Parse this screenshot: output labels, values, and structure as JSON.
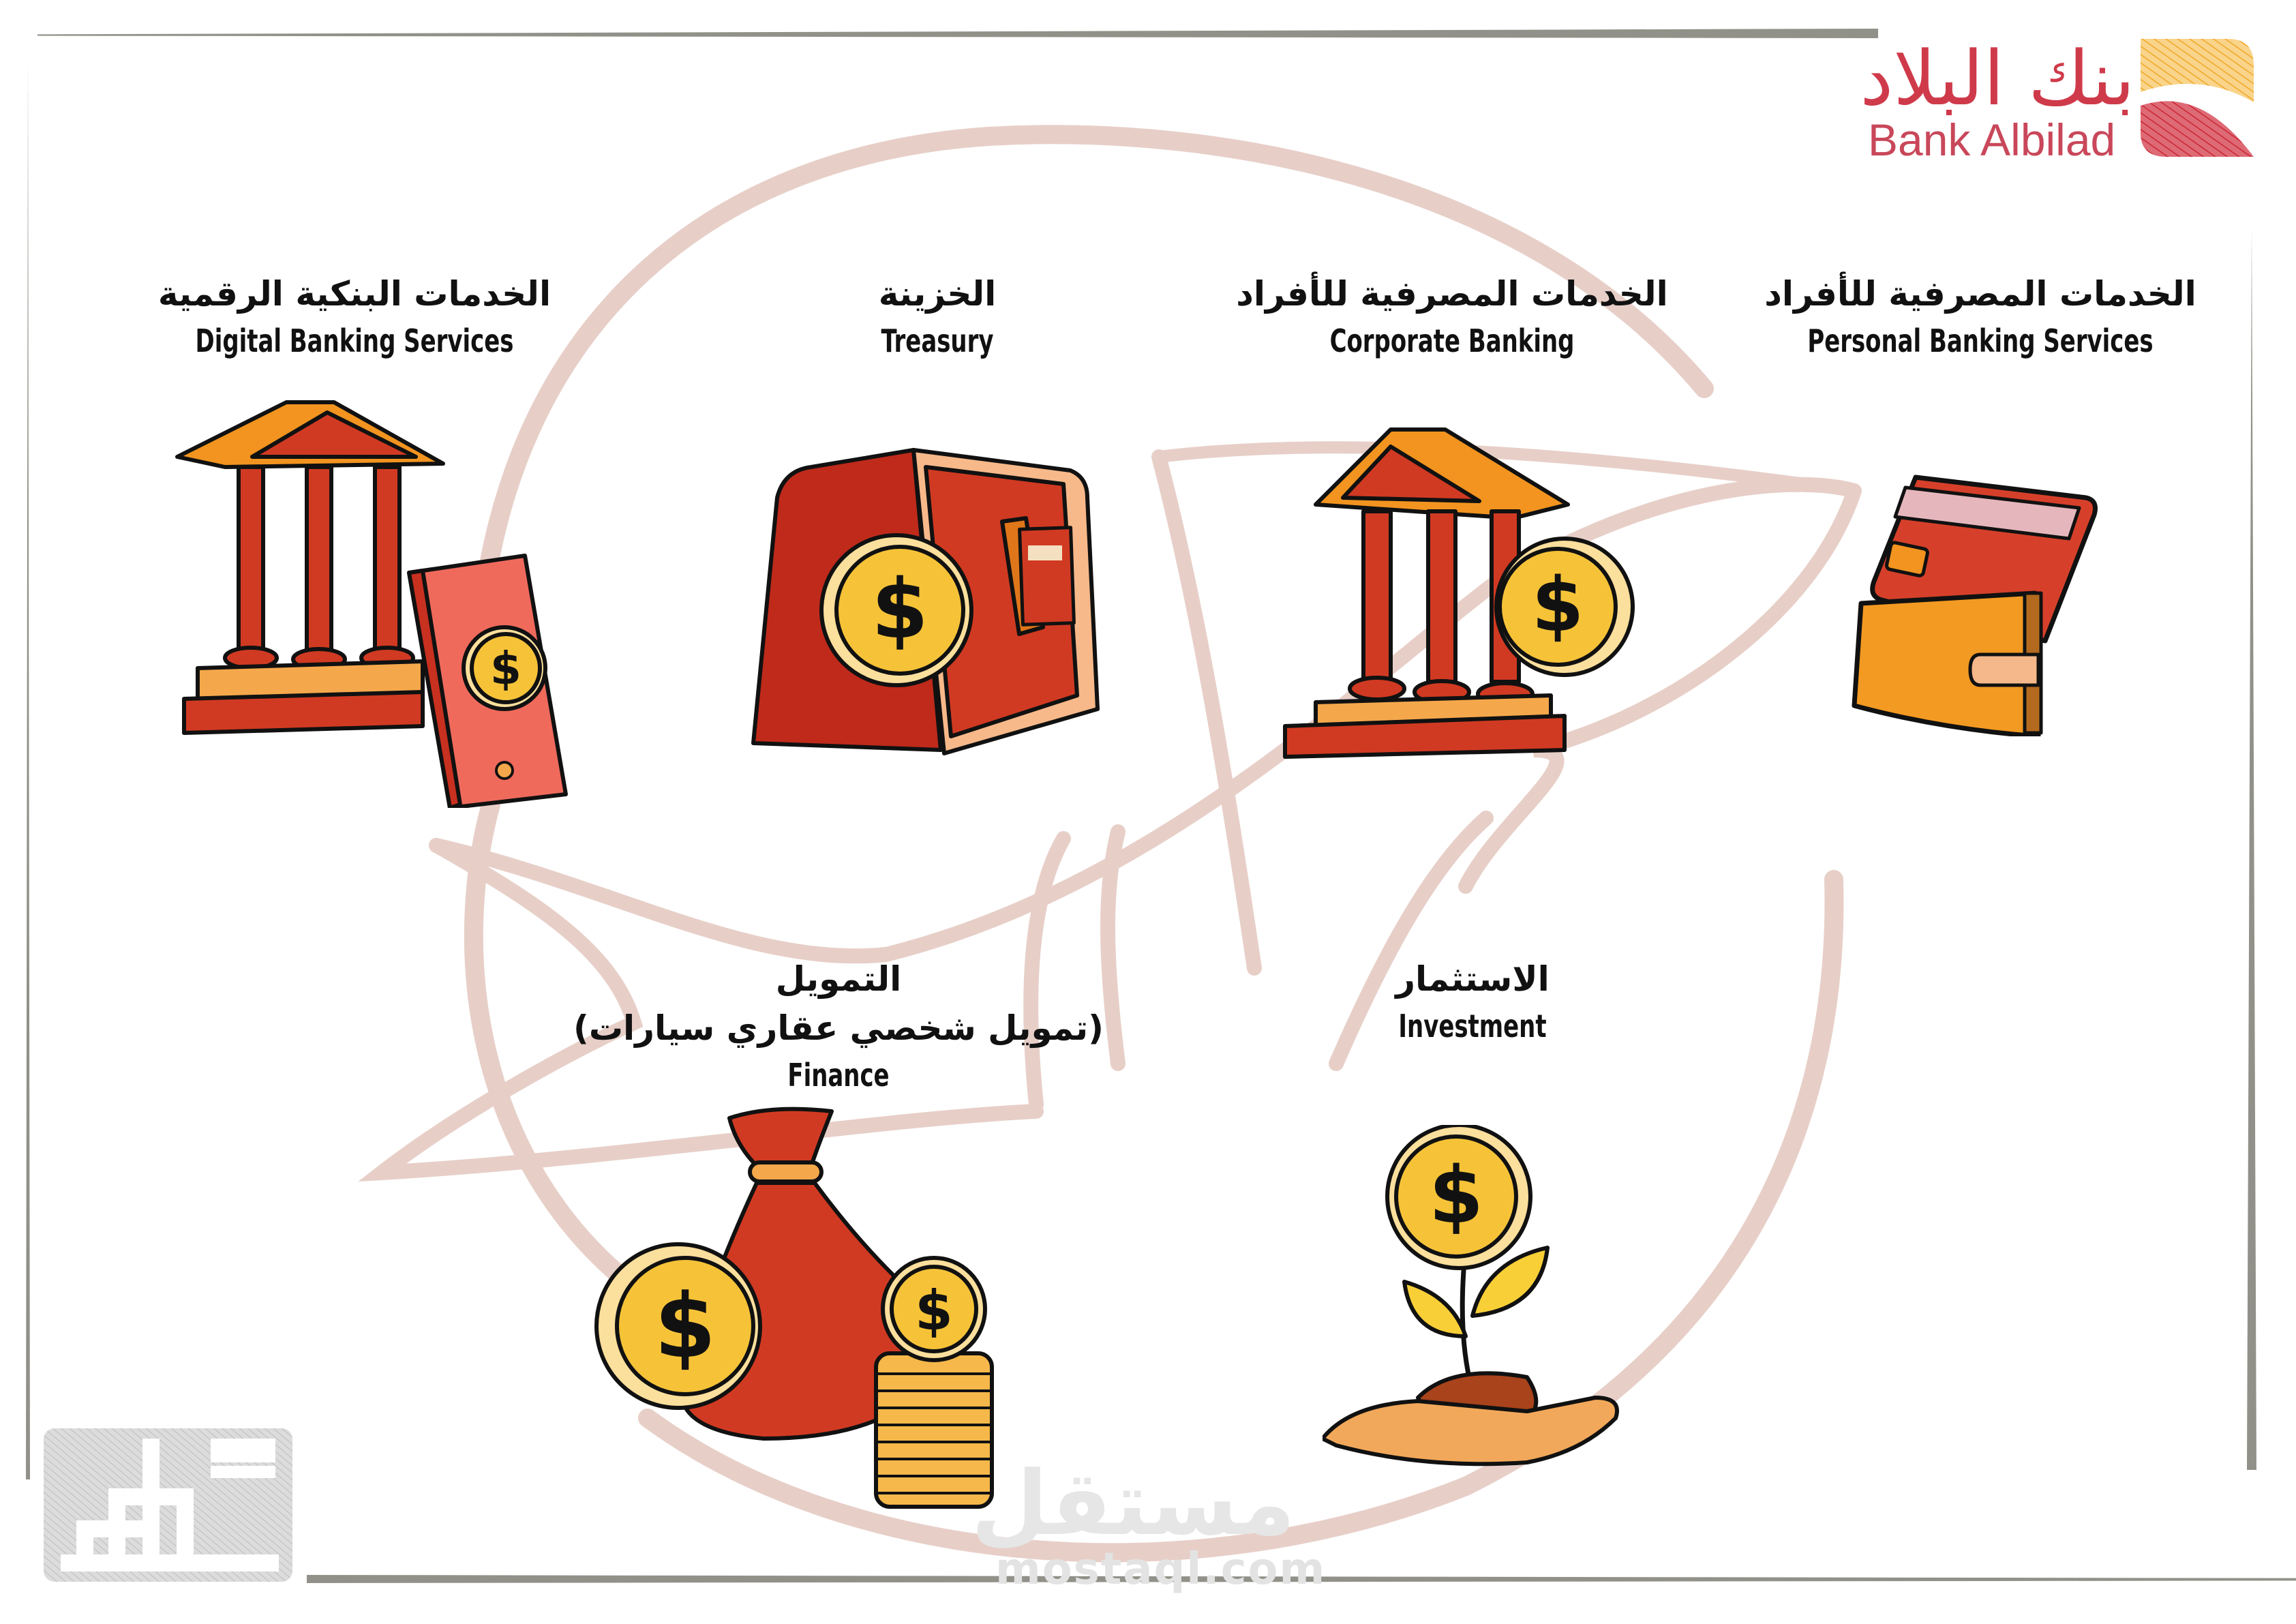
{
  "brand": {
    "name_ar": "بنك البلاد",
    "name_en": "Bank Albilad",
    "colors": {
      "red": "#d0343f",
      "gold": "#f5b333",
      "text_red": "#c9475a"
    }
  },
  "palette": {
    "frame": "#919189",
    "watermark_pink": "#e7cfc8",
    "icon_red": "#d13a22",
    "icon_orange": "#f2941f",
    "coin_gold": "#f6c338",
    "outline": "#111111"
  },
  "services": [
    {
      "id": "personal",
      "label_ar": "الخدمات المصرفية للأفراد",
      "label_en": "Personal Banking Services",
      "icon": "wallet-card-icon"
    },
    {
      "id": "corporate",
      "label_ar": "الخدمات المصرفية للأفراد",
      "label_en": "Corporate Banking",
      "icon": "bank-coin-icon"
    },
    {
      "id": "treasury",
      "label_ar": "الخزينة",
      "label_en": "Treasury",
      "icon": "safe-coin-icon"
    },
    {
      "id": "digital",
      "label_ar": "الخدمات البنكية الرقمية",
      "label_en": "Digital Banking Services",
      "icon": "bank-phone-icon"
    },
    {
      "id": "investment",
      "label_ar": "الاستثمار",
      "label_en": "Investment",
      "icon": "coin-plant-hand-icon"
    },
    {
      "id": "finance",
      "label_ar": "التمويل",
      "label_ar_sub": "(تمويل شخصي عقاري سيارات)",
      "label_en": "Finance",
      "icon": "money-bag-coins-icon"
    }
  ],
  "watermark": {
    "ar": "مستقل",
    "en": "mostaql.com"
  },
  "corner_logo": {
    "icon": "designer-logo-card-icon"
  }
}
